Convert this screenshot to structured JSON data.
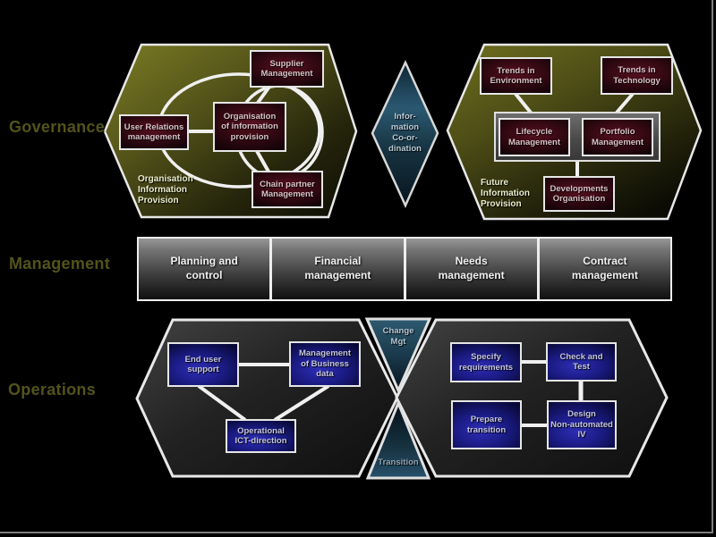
{
  "labels": {
    "governance": "Governance",
    "management": "Management",
    "operations": "Operations"
  },
  "governance": {
    "organisation_hexagon": {
      "caption": "Organisation\nInformation\nProvision",
      "nodes": {
        "supplier": "Supplier\nManagement",
        "user_relations": "User Relations\nmanagement",
        "information_provision": "Organisation\nof information\nprovision",
        "chain_partner": "Chain partner\nManagement"
      }
    },
    "coordination_diamond": {
      "caption": "Infor-\nmation\nCo-or-\ndination"
    },
    "future_hexagon": {
      "caption": "Future\nInformation\nProvision",
      "nodes": {
        "trends_environment": "Trends in\nEnvironment",
        "trends_technology": "Trends in\nTechnology",
        "lifecycle": "Lifecycle\nManagement",
        "portfolio": "Portfolio\nManagement",
        "developments": "Developments\nOrganisation"
      }
    }
  },
  "management": {
    "cells": [
      {
        "label": "Planning and\ncontrol"
      },
      {
        "label": "Financial\nmanagement"
      },
      {
        "label": "Needs\nmanagement"
      },
      {
        "label": "Contract\nmanagement"
      }
    ]
  },
  "operations": {
    "ict_hexagon": {
      "nodes": {
        "end_user": "End user\nsupport",
        "business_data": "Management\nof Business\ndata",
        "operational_ict": "Operational\nICT-direction"
      }
    },
    "cross": {
      "top": "Change\nMgt",
      "bottom": "Transition"
    },
    "development_hexagon": {
      "nodes": {
        "specify": "Specify\nrequirements",
        "check_test": "Check and\nTest",
        "prepare": "Prepare\ntransition",
        "design": "Design\nNon-automated\nIV"
      }
    }
  },
  "colors": {
    "hexagon_olive": "#6e6e1e",
    "hexagon_charcoal": "#2a2a2a",
    "node_maroon": "#4a0c18",
    "node_navy": "#2424a8",
    "diamond_teal": "#2b5871",
    "bar_gray": "#8e8e8e",
    "frame_border": "#7e7e7e",
    "connector_white": "#f0f0f0"
  }
}
